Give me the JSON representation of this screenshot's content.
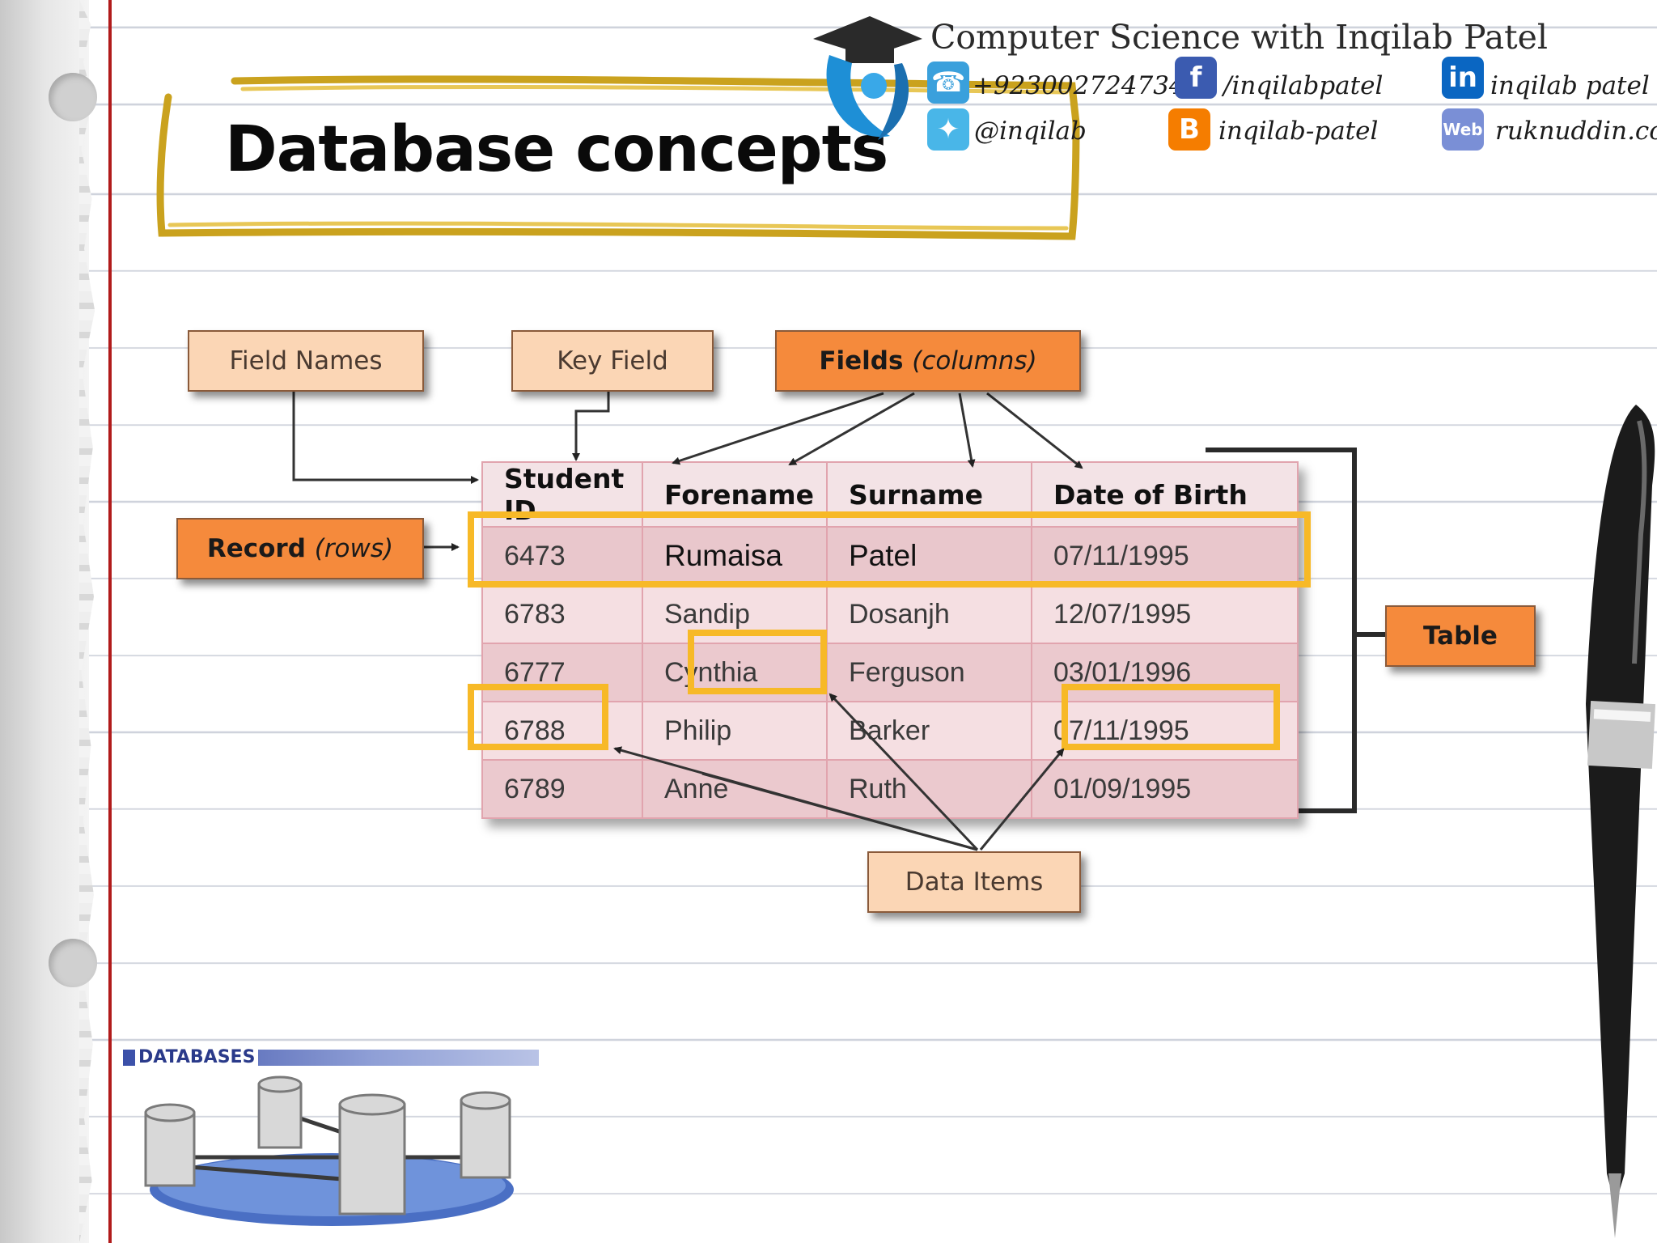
{
  "slide": {
    "title": "Database concepts"
  },
  "branding": {
    "title": "Computer Science with Inqilab Patel",
    "contacts": [
      {
        "icon": "phone-icon",
        "text": "+923002724734"
      },
      {
        "icon": "facebook-icon",
        "glyph": "f",
        "text": "/inqilabpatel"
      },
      {
        "icon": "linkedin-icon",
        "glyph": "in",
        "text": "inqilab patel"
      },
      {
        "icon": "twitter-icon",
        "text": "@inqilab"
      },
      {
        "icon": "blogger-icon",
        "glyph": "B",
        "text": "inqilab-patel"
      },
      {
        "icon": "web-icon",
        "glyph": "Web",
        "text": "ruknuddin.com"
      }
    ]
  },
  "diagram": {
    "labels": {
      "field_names": "Field Names",
      "key_field": "Key Field",
      "fields_bold": "Fields",
      "fields_italic": "(columns)",
      "record_bold": "Record",
      "record_italic": "(rows)",
      "table": "Table",
      "data_items": "Data Items"
    },
    "table": {
      "headers": [
        "Student ID",
        "Forename",
        "Surname",
        "Date of Birth"
      ],
      "rows": [
        [
          "6473",
          "Rumaisa",
          "Patel",
          "07/11/1995"
        ],
        [
          "6783",
          "Sandip",
          "Dosanjh",
          "12/07/1995"
        ],
        [
          "6777",
          "Cynthia",
          "Ferguson",
          "03/01/1996"
        ],
        [
          "6788",
          "Philip",
          "Barker",
          "07/11/1995"
        ],
        [
          "6789",
          "Anne",
          "Ruth",
          "01/09/1995"
        ]
      ]
    },
    "colors": {
      "highlight": "#f7b927",
      "label_light": "#fbd6b5",
      "label_dark": "#f58a3c",
      "table_border": "#e1a4ae",
      "margin_line": "#b11b1b"
    }
  },
  "footer": {
    "banner_text": "DATABASES"
  }
}
